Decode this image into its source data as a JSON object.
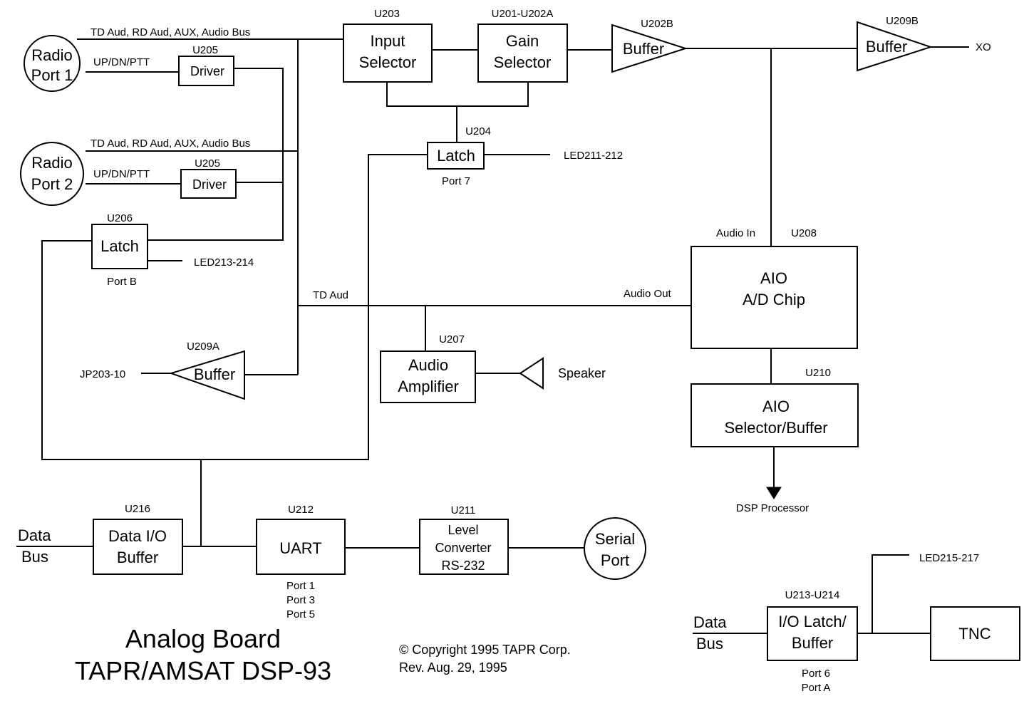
{
  "refs": {
    "u203": "U203",
    "u201_u202a": "U201-U202A",
    "u202b": "U202B",
    "u209b": "U209B",
    "u205a": "U205",
    "u205b": "U205",
    "u206": "U206",
    "u204": "U204",
    "u208": "U208",
    "u207": "U207",
    "u209a": "U209A",
    "u210": "U210",
    "u216": "U216",
    "u212": "U212",
    "u211": "U211",
    "u213_u214": "U213-U214"
  },
  "blocks": {
    "radio1": [
      "Radio",
      "Port 1"
    ],
    "radio2": [
      "Radio",
      "Port 2"
    ],
    "driver1": "Driver",
    "driver2": "Driver",
    "latch_b": "Latch",
    "input_selector": [
      "Input",
      "Selector"
    ],
    "gain_selector": [
      "Gain",
      "Selector"
    ],
    "buffer_u202b": "Buffer",
    "buffer_u209b": "Buffer",
    "latch_7": "Latch",
    "aio_chip": [
      "AIO",
      "A/D Chip"
    ],
    "aio_selector": [
      "AIO",
      "Selector/Buffer"
    ],
    "audio_amp": [
      "Audio",
      "Amplifier"
    ],
    "buffer_u209a": "Buffer",
    "data_io_buffer": [
      "Data I/O",
      "Buffer"
    ],
    "uart": "UART",
    "level_converter": [
      "Level",
      "Converter",
      "RS-232"
    ],
    "serial_port": [
      "Serial",
      "Port"
    ],
    "io_latch": [
      "I/O Latch/",
      "Buffer"
    ],
    "tnc": "TNC"
  },
  "labels": {
    "bus1": "TD Aud, RD Aud, AUX, Audio Bus",
    "bus2": "TD Aud, RD Aud, AUX, Audio Bus",
    "updn1": "UP/DN/PTT",
    "updn2": "UP/DN/PTT",
    "xo": "XO",
    "led211": "LED211-212",
    "port7": "Port 7",
    "port_b": "Port B",
    "led213": "LED213-214",
    "audio_in": "Audio In",
    "audio_out": "Audio Out",
    "td_aud": "TD Aud",
    "jp203": "JP203-10",
    "speaker": "Speaker",
    "dsp_processor": "DSP Processor",
    "data_bus_left": [
      "Data",
      "Bus"
    ],
    "data_bus_right": [
      "Data",
      "Bus"
    ],
    "uart_ports": [
      "Port 1",
      "Port 3",
      "Port 5"
    ],
    "io_ports": [
      "Port 6",
      "Port A"
    ],
    "led215": "LED215-217"
  },
  "title": {
    "line1": "Analog Board",
    "line2": "TAPR/AMSAT DSP-93"
  },
  "copyright": {
    "line1": "© Copyright 1995 TAPR Corp.",
    "line2": "Rev. Aug. 29, 1995"
  }
}
